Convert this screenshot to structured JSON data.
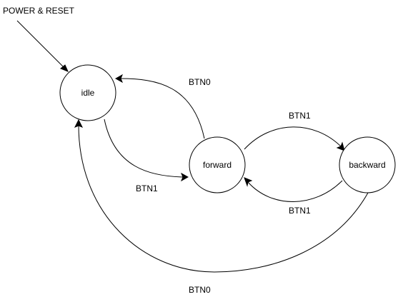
{
  "initial": {
    "label": "POWER & RESET"
  },
  "states": {
    "idle": {
      "label": "idle"
    },
    "forward": {
      "label": "forward"
    },
    "backward": {
      "label": "backward"
    }
  },
  "transitions": {
    "forward_to_idle": {
      "label": "BTN0"
    },
    "idle_to_forward": {
      "label": "BTN1"
    },
    "forward_to_backward": {
      "label": "BTN1"
    },
    "backward_to_forward": {
      "label": "BTN1"
    },
    "backward_to_idle": {
      "label": "BTN0"
    }
  }
}
